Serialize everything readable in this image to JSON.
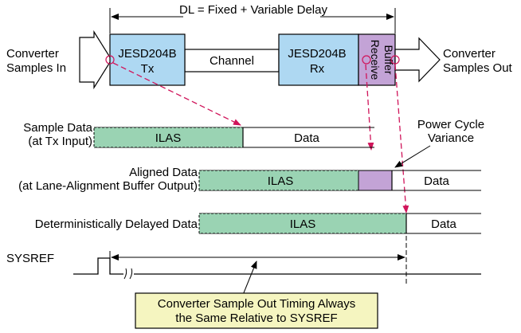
{
  "top_annotation": {
    "label": "DL = Fixed + Variable Delay"
  },
  "blocks": {
    "input_label_line1": "Converter",
    "input_label_line2": "Samples In",
    "tx_line1": "JESD204B",
    "tx_line2": "Tx",
    "channel": "Channel",
    "rx_line1": "JESD204B",
    "rx_line2": "Rx",
    "receive_buffer_line1": "Receive",
    "receive_buffer_line2": "Buffer",
    "output_label_line1": "Converter",
    "output_label_line2": "Samples Out"
  },
  "rows": [
    {
      "label_line1": "Sample Data",
      "label_line2": "(at Tx Input)",
      "ilas": "ILAS",
      "data": "Data"
    },
    {
      "label_line1": "Aligned Data",
      "label_line2": "(at Lane-Alignment Buffer Output)",
      "ilas": "ILAS",
      "data": "Data"
    },
    {
      "label_line1": "Deterministically Delayed Data",
      "ilas": "ILAS",
      "data": "Data"
    }
  ],
  "power_cycle": {
    "line1": "Power Cycle",
    "line2": "Variance"
  },
  "sysref": {
    "label": "SYSREF"
  },
  "callout": {
    "line1": "Converter Sample Out Timing Always",
    "line2": "the Same Relative to SYSREF"
  },
  "colors": {
    "block_blue": "#aed8f2",
    "ilas_green": "#9ad3b3",
    "buffer_purple": "#c3a3d6",
    "callout_yellow": "#f5f5c0",
    "dashed_red": "#d0145a",
    "outline": "#000000"
  }
}
